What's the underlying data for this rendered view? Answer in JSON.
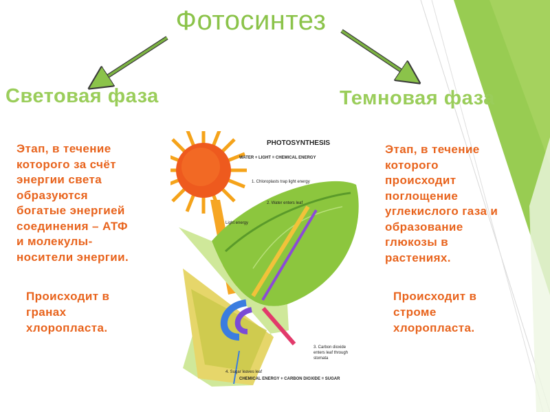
{
  "title": "Фотосинтез",
  "left": {
    "heading": "Световая фаза",
    "description": "Этап, в течение\nкоторого за счёт\nэнергии света\nобразуются\nбогатые энергией\nсоединения – АТФ\nи молекулы-\nносители энергии.",
    "location": "Происходит в\nгранах\nхлоропласта."
  },
  "right": {
    "heading": "Темновая фаза",
    "description": "Этап, в течение\nкоторого\nпроисходит\nпоглощение\nуглекислого газа и\nобразование\nглюкозы в\nрастениях.",
    "location": "Происходит в\nстроме\nхлоропласта."
  },
  "diagram": {
    "title": "PHOTOSYNTHESIS",
    "equation_top": "WATER + LIGHT = CHEMICAL ENERGY",
    "step1": "1. Chloroplasts trap light energy",
    "step2": "2. Water enters leaf",
    "light_label": "Light energy",
    "step3_line1": "3. Carbon dioxide",
    "step3_line2": "enters leaf through",
    "step3_line3": "stomata",
    "step4": "4. Sugar leaves leaf",
    "equation_bottom": "CHEMICAL ENERGY + CARBON DIOXIDE = SUGAR"
  },
  "colors": {
    "title": "#8bc34a",
    "phase_heading": "#9acd5a",
    "body_text": "#e8631c",
    "arrow": "#7cb342"
  }
}
